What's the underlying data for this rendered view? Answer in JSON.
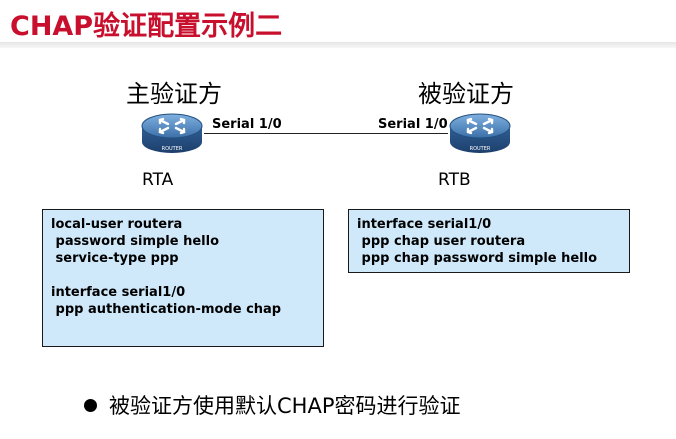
{
  "title": "CHAP验证配置示例二",
  "roles": {
    "authenticator": "主验证方",
    "authenticatee": "被验证方"
  },
  "devices": {
    "rta": {
      "name": "RTA",
      "interface": "Serial 1/0",
      "icon": "router-icon",
      "badge": "ROUTER"
    },
    "rtb": {
      "name": "RTB",
      "interface": "Serial 1/0",
      "icon": "router-icon",
      "badge": "ROUTER"
    }
  },
  "config_rta": {
    "lines": [
      "local-user routera",
      " password simple hello",
      " service-type ppp",
      "",
      "interface serial1/0",
      " ppp authentication-mode chap"
    ]
  },
  "config_rtb": {
    "lines": [
      "interface serial1/0",
      " ppp chap user routera",
      " ppp chap password simple hello"
    ]
  },
  "bullet": "被验证方使用默认CHAP密码进行验证",
  "colors": {
    "title": "#c8102e",
    "config_bg": "#cfe9fb",
    "router_body": "#3b6fa8"
  }
}
